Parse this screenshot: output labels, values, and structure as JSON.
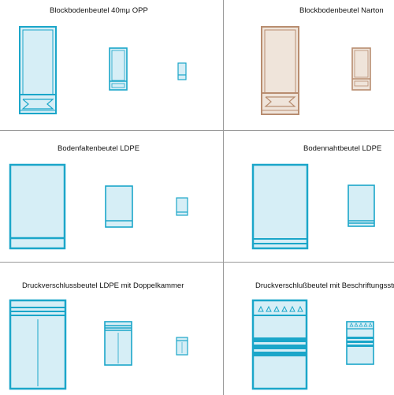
{
  "panels": [
    {
      "title": "Blockbodenbeutel 40mμ OPP",
      "color": "#1ba6c9"
    },
    {
      "title": "Blockbodenbeutel Narton",
      "color": "#c49a7e"
    },
    {
      "title": "Bodenfaltenbeutel LDPE",
      "color": "#1ba6c9"
    },
    {
      "title": "Bodennahtbeutel LDPE",
      "color": "#1ba6c9"
    },
    {
      "title": "Druckverschlussbeutel LDPE mit Doppelkammer",
      "color": "#1ba6c9"
    },
    {
      "title": "Druckverschlußbeutel mit Beschriftungsstreifen",
      "color": "#1ba6c9"
    }
  ],
  "colors": {
    "fill_blue": "#d6eef6",
    "stroke_blue": "#1ba6c9",
    "fill_tan": "#efe4da",
    "stroke_tan": "#b88d70",
    "divider": "#9a9a9a"
  }
}
